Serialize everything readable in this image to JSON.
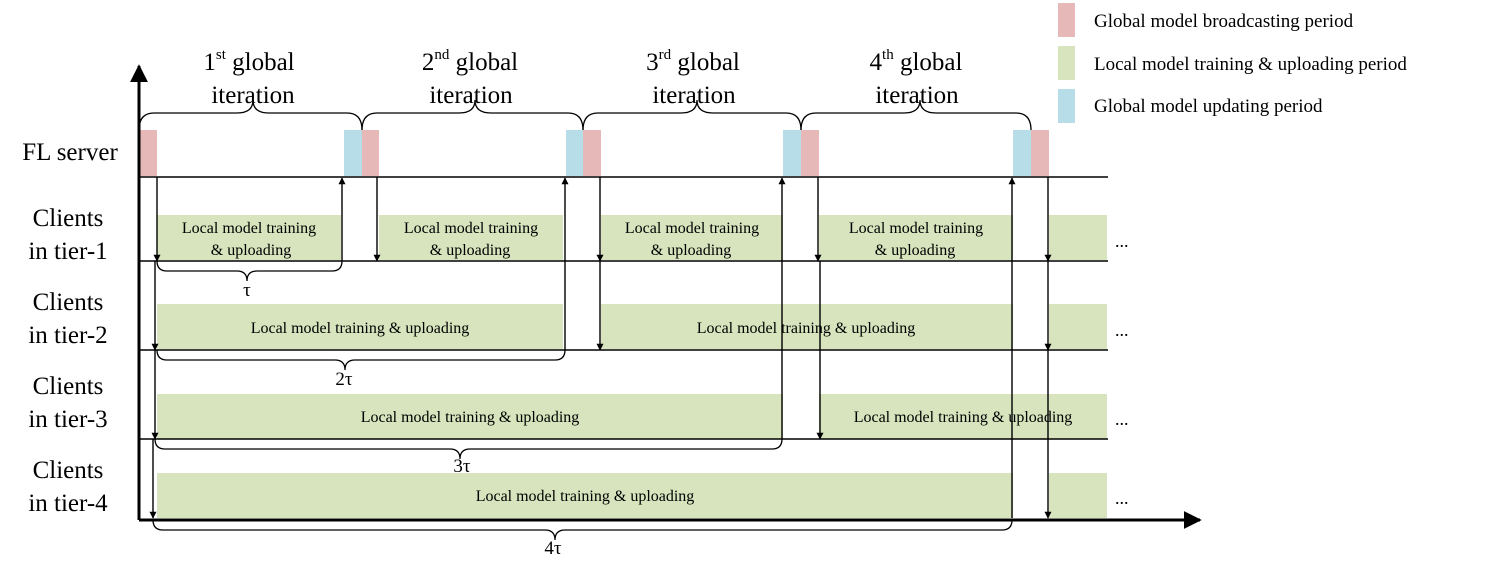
{
  "legend": [
    {
      "label": "Global model broadcasting period",
      "color": "#e6b9b8"
    },
    {
      "label": "Local model training & uploading period",
      "color": "#d7e4bd"
    },
    {
      "label": "Global model updating period",
      "color": "#b7dde8"
    }
  ],
  "rows": {
    "server": "FL server",
    "tier1": [
      "Clients",
      "in tier-1"
    ],
    "tier2": [
      "Clients",
      "in tier-2"
    ],
    "tier3": [
      "Clients",
      "in tier-3"
    ],
    "tier4": [
      "Clients",
      "in tier-4"
    ]
  },
  "iterations": [
    {
      "num": "1",
      "sup": "st",
      "word": "global",
      "line2": "iteration"
    },
    {
      "num": "2",
      "sup": "nd",
      "word": "global",
      "line2": "iteration"
    },
    {
      "num": "3",
      "sup": "rd",
      "word": "global",
      "line2": "iteration"
    },
    {
      "num": "4",
      "sup": "th",
      "word": "global",
      "line2": "iteration"
    }
  ],
  "bars": {
    "short_line1": "Local model training",
    "short_line2": "& uploading",
    "long": "Local model training & uploading"
  },
  "periods": {
    "t1": "τ",
    "t2": "2τ",
    "t3": "3τ",
    "t4": "4τ"
  },
  "ellipsis": "..."
}
